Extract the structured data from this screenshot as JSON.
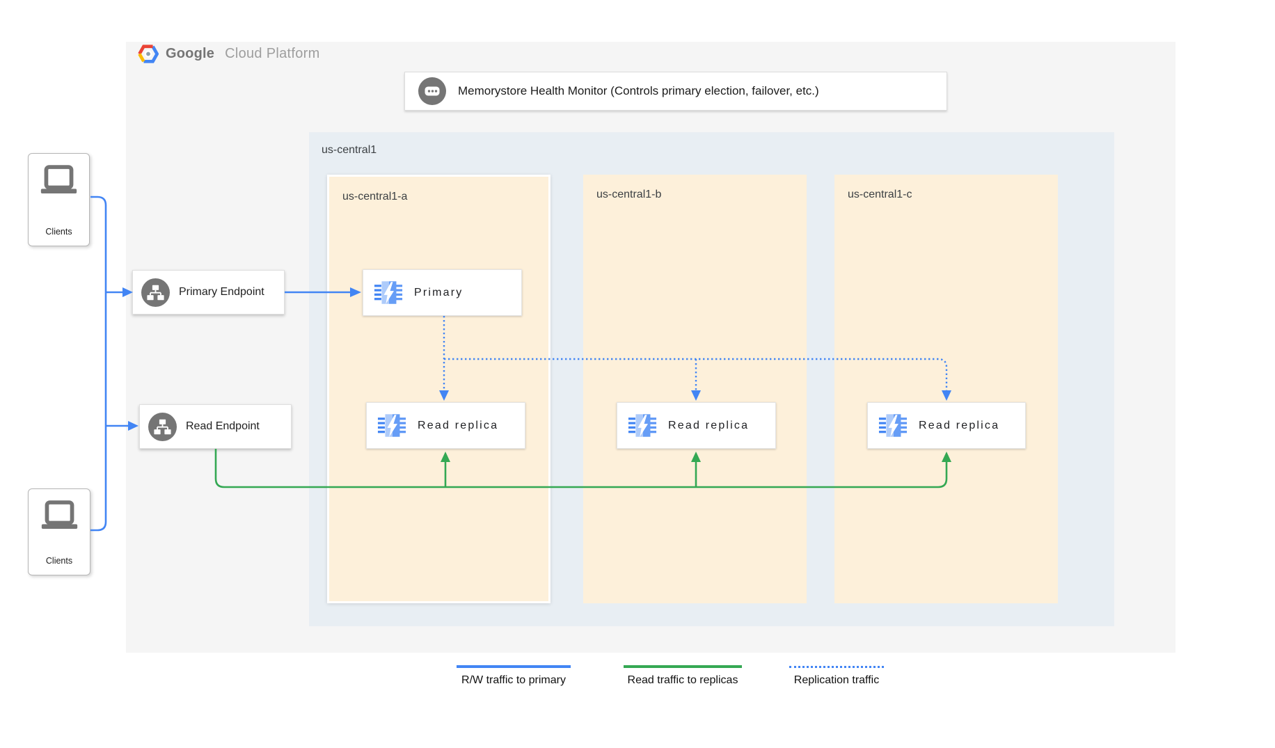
{
  "colors": {
    "blue": "#4285f4",
    "green": "#34a853",
    "gray": "#757575",
    "panel": "#f5f5f5",
    "region": "#e8eef3",
    "zone": "#fdf0da"
  },
  "logo": {
    "google": "Google",
    "cloud_platform": "Cloud Platform",
    "icon": "gcp-hexagon-icon"
  },
  "health_monitor": {
    "label": "Memorystore Health Monitor (Controls primary election, failover, etc.)",
    "icon": "chat-dots-icon"
  },
  "clients": {
    "top": {
      "label": "Clients",
      "icon": "laptop-icon"
    },
    "bottom": {
      "label": "Clients",
      "icon": "laptop-icon"
    }
  },
  "endpoints": {
    "primary": {
      "label": "Primary Endpoint",
      "icon": "network-nodes-icon"
    },
    "read": {
      "label": "Read Endpoint",
      "icon": "network-nodes-icon"
    }
  },
  "region": {
    "label": "us-central1",
    "zones": [
      {
        "label": "us-central1-a",
        "nodes": [
          {
            "label": "Primary",
            "icon": "memorystore-icon"
          },
          {
            "label": "Read replica",
            "icon": "memorystore-icon"
          }
        ]
      },
      {
        "label": "us-central1-b",
        "nodes": [
          {
            "label": "Read replica",
            "icon": "memorystore-icon"
          }
        ]
      },
      {
        "label": "us-central1-c",
        "nodes": [
          {
            "label": "Read replica",
            "icon": "memorystore-icon"
          }
        ]
      }
    ]
  },
  "legend": [
    {
      "label": "R/W traffic to primary",
      "style": "solid",
      "color": "#4285f4"
    },
    {
      "label": "Read traffic to replicas",
      "style": "solid",
      "color": "#34a853"
    },
    {
      "label": "Replication traffic",
      "style": "dotted",
      "color": "#4285f4"
    }
  ]
}
